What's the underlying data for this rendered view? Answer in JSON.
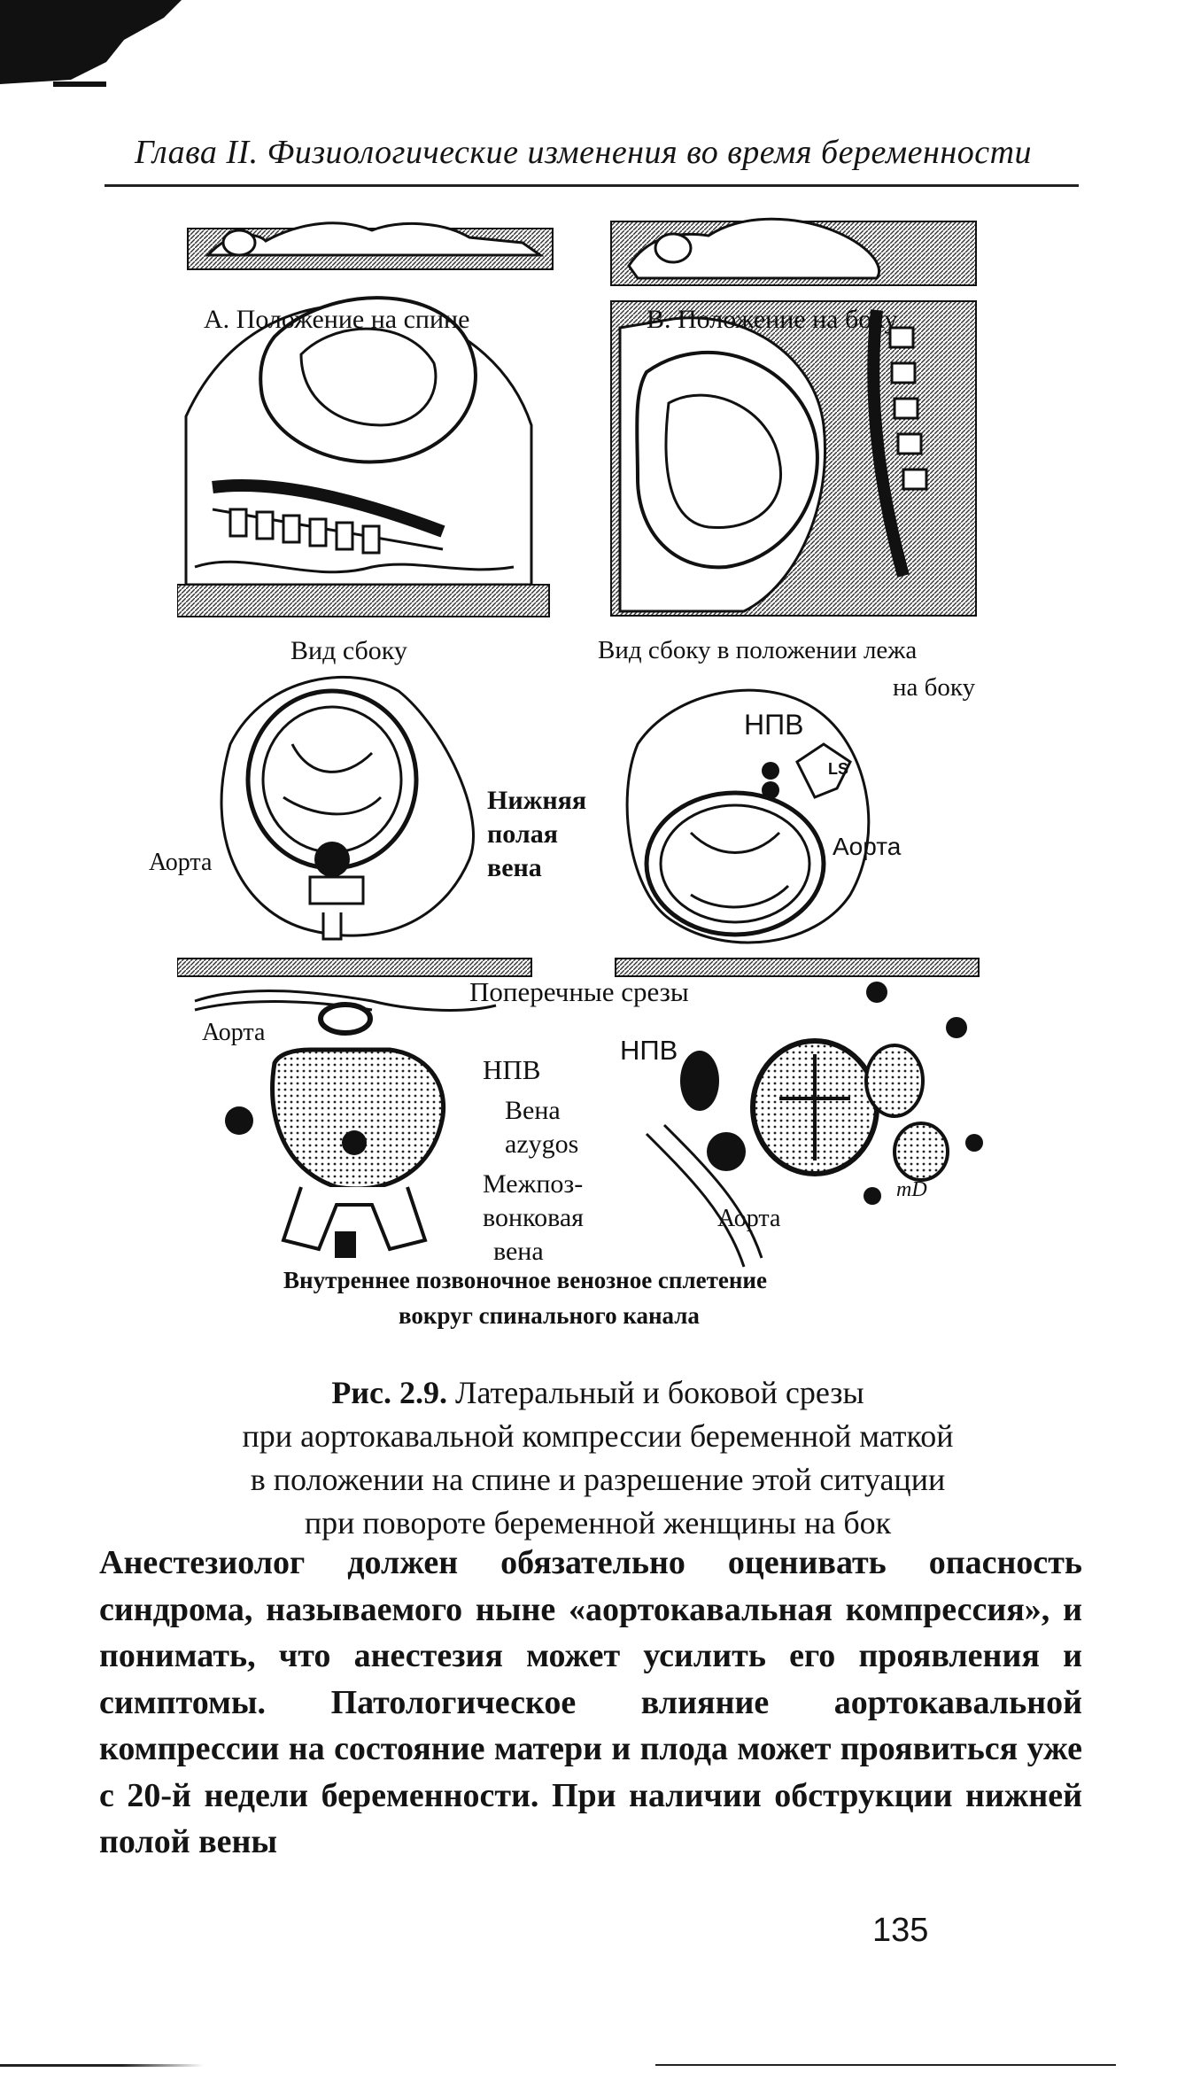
{
  "header": {
    "running_title": "Глава II. Физиологические изменения во время беременности"
  },
  "figure": {
    "panel_a_label": "А. Положение на спине",
    "panel_b_label": "В. Положение на боку",
    "view_side": "Вид сбоку",
    "view_side_lateral_1": "Вид сбоку в положении лежа",
    "view_side_lateral_2": "на боку",
    "ivc_abbr": "НПВ",
    "ivc_full_1": "Нижняя",
    "ivc_full_2": "полая",
    "ivc_full_3": "вена",
    "aorta": "Аорта",
    "ls": "LS",
    "cross_sections": "Поперечные срезы",
    "vena": "Вена",
    "azygos": "azygos",
    "intervertebral_1": "Межпоз-",
    "intervertebral_2": "вонковая",
    "intervertebral_3": "вена",
    "signature": "mD",
    "plexus_1": "Внутреннее позвоночное венозное сплетение",
    "plexus_2": "вокруг спинального канала"
  },
  "caption": {
    "number": "Рис. 2.9.",
    "line1": "Латеральный и боковой срезы",
    "line2": "при аортокавальной компрессии беременной маткой",
    "line3": "в положении на спине и разрешение этой ситуации",
    "line4": "при повороте беременной женщины на бок"
  },
  "body": {
    "paragraph": "Анестезиолог должен обязательно оценивать опасность синдрома, называемого ныне «аортокавальная компрессия», и понимать, что анестезия может усилить его проявления и симптомы. Патологическое влияние аортокавальной компрессии на состояние матери и плода может проявиться уже с 20-й недели беременности. При наличии обструкции нижней полой вены"
  },
  "page_number": "135"
}
